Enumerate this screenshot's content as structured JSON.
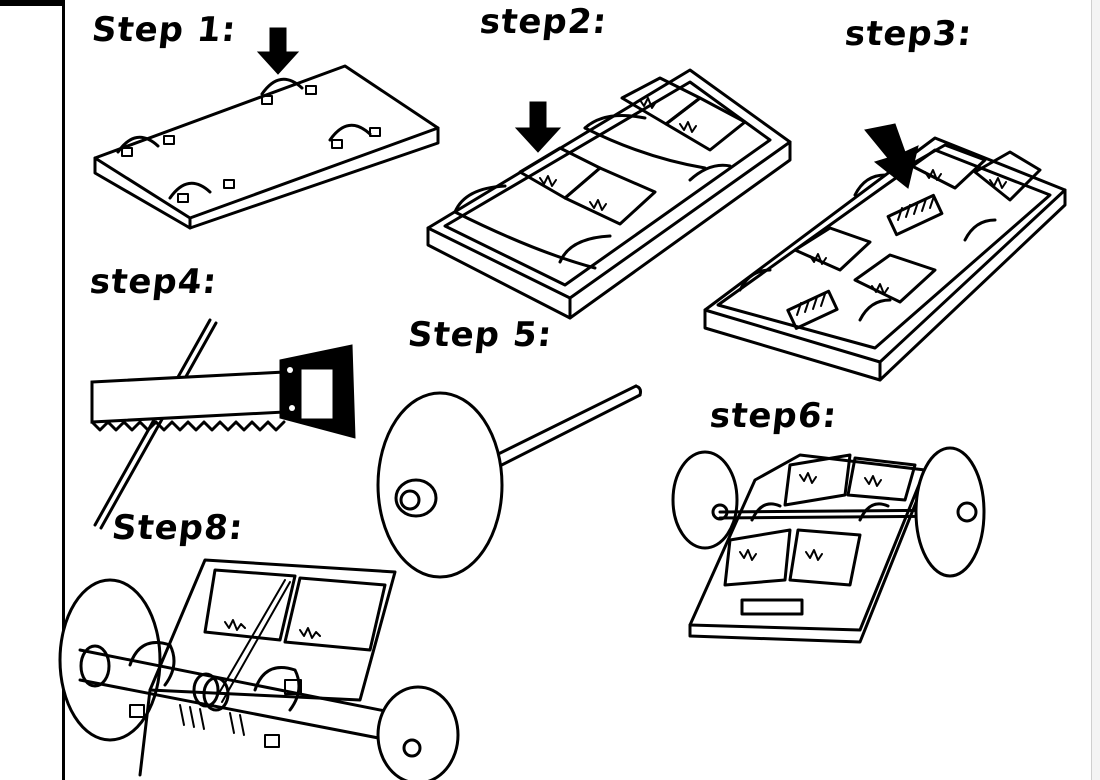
{
  "labels": {
    "step1": "Step 1:",
    "step2": "step2:",
    "step3": "step3:",
    "step4": "step4:",
    "step5": "Step 5:",
    "step6": "step6:",
    "step8": "Step8:"
  },
  "colors": {
    "ink": "#000000",
    "paper": "#ffffff"
  }
}
